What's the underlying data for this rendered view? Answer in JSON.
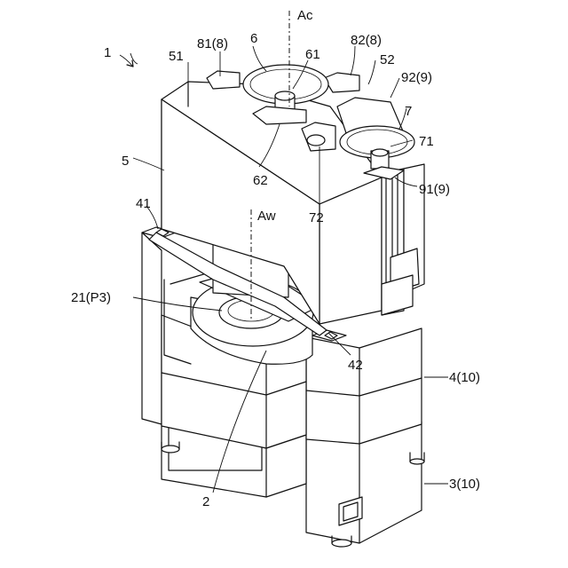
{
  "figure": {
    "labels": {
      "apparatus": "1",
      "axis_c": "Ac",
      "axis_w": "Aw",
      "cup_left": "6",
      "cup_left_center": "61",
      "cup_left_arm": "62",
      "cup_right": "7",
      "cup_right_center": "71",
      "cup_right_arm": "72",
      "guide_81": "81(8)",
      "guide_82": "82(8)",
      "rail_92": "92(9)",
      "rail_91": "91(9)",
      "column_51": "51",
      "column_52": "52",
      "column": "5",
      "corner_41": "41",
      "corner_42": "42",
      "table": "21(P3)",
      "chuck": "2",
      "base_upper": "4(10)",
      "base_lower": "3(10)"
    }
  }
}
